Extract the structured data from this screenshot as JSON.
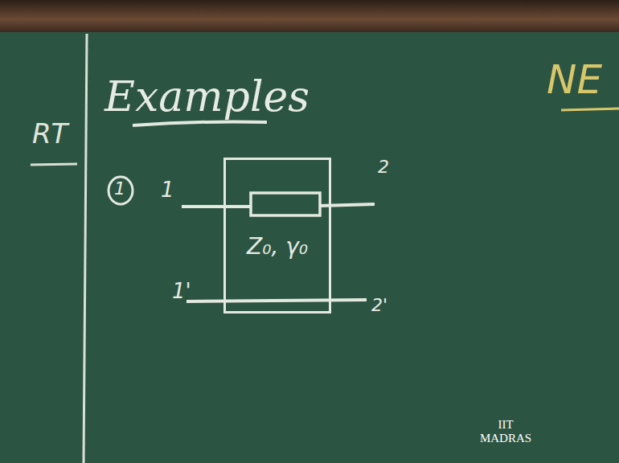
{
  "diagram": {
    "title": "Examples",
    "nodes": [
      {
        "text": [
          "Z₀, γ₀"
        ]
      }
    ],
    "labels": [
      "RT",
      "NE",
      "1",
      "1",
      "2",
      "1'",
      "2'",
      "IIT MADRAS"
    ]
  }
}
